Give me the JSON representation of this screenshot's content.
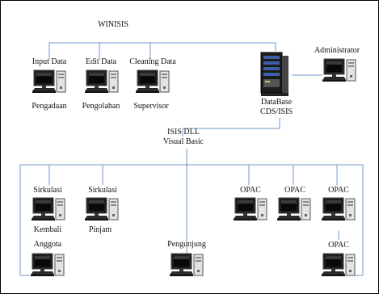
{
  "diagram": {
    "top_label": "WINISIS",
    "admin_label": "Administrator",
    "database_label_1": "DataBase",
    "database_label_2": "CDS/ISIS",
    "middleware_label_1": "ISIS DLL",
    "middleware_label_2": "Visual Basic",
    "pc_input_top": "Input Data",
    "pc_input_bottom": "Pengadaan",
    "pc_edit_top": "Edit Data",
    "pc_edit_bottom": "Pengolahan",
    "pc_clean_top": "Cleaning Data",
    "pc_clean_bottom": "Supervisor",
    "pc_sirk1_top": "Sirkulasi",
    "pc_sirk1_bottom": "Kembali",
    "pc_sirk2_top": "Sirkulasi",
    "pc_sirk2_bottom": "Pinjam",
    "pc_anggota_top": "Anggota",
    "pc_pengunjung_top": "Pengunjung",
    "opac_label": "OPAC"
  }
}
